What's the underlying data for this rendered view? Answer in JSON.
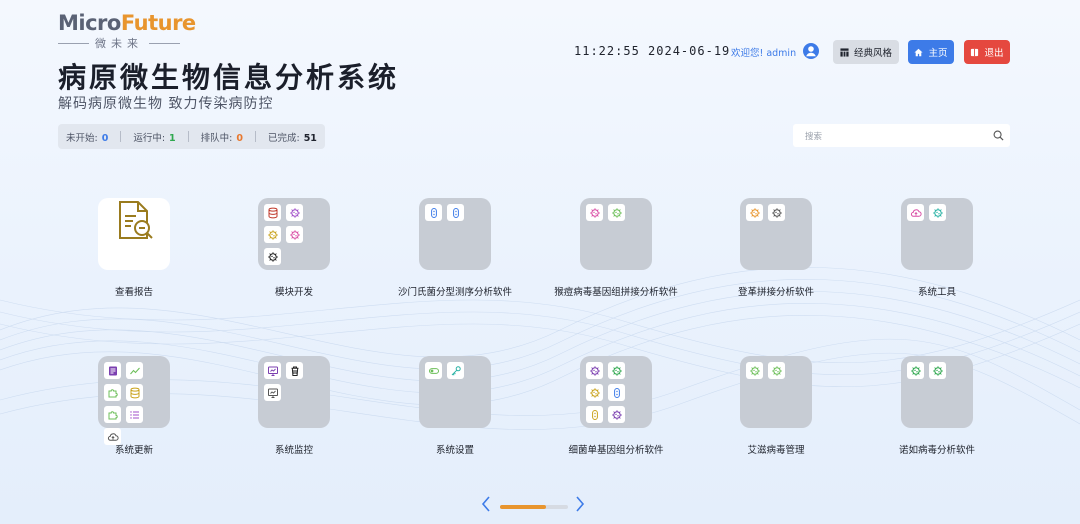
{
  "logo": {
    "part1": "Micro",
    "part2": "Future",
    "sub": "微未来"
  },
  "header": {
    "title": "病原微生物信息分析系统",
    "subtitle": "解码病原微生物 致力传染病防控"
  },
  "status": [
    {
      "label": "未开始:",
      "value": "0",
      "color": "#3d7be8"
    },
    {
      "label": "运行中:",
      "value": "1",
      "color": "#2fa84f"
    },
    {
      "label": "排队中:",
      "value": "0",
      "color": "#e8782e"
    },
    {
      "label": "已完成:",
      "value": "51",
      "color": "#20242e"
    }
  ],
  "topbar": {
    "clock": "11:22:55 2024-06-19",
    "welcome": "欢迎您! admin",
    "classic_label": "经典风格",
    "home_label": "主页",
    "exit_label": "退出"
  },
  "search": {
    "placeholder": "搜索"
  },
  "apps": [
    {
      "label": "查看报告",
      "icons": []
    },
    {
      "label": "模块开发",
      "icons": [
        {
          "name": "database-icon",
          "color": "#c0392b"
        },
        {
          "name": "virus-icon",
          "color": "#a04fc9"
        },
        {
          "name": "virus-icon",
          "color": "#c9a21c"
        },
        {
          "name": "virus-icon",
          "color": "#d94fa6"
        },
        {
          "name": "virus-icon",
          "color": "#222222"
        }
      ]
    },
    {
      "label": "沙门氏菌分型测序分析软件",
      "icons": [
        {
          "name": "bacteria-icon",
          "color": "#3d7be8"
        },
        {
          "name": "bacteria-icon",
          "color": "#3d7be8"
        }
      ]
    },
    {
      "label": "猴痘病毒基因组拼接分析软件",
      "icons": [
        {
          "name": "virus-icon",
          "color": "#d94fa6"
        },
        {
          "name": "virus-icon",
          "color": "#6dbf5a"
        }
      ]
    },
    {
      "label": "登革拼接分析软件",
      "icons": [
        {
          "name": "virus-icon",
          "color": "#e8952e"
        },
        {
          "name": "virus-icon",
          "color": "#555555"
        }
      ]
    },
    {
      "label": "系统工具",
      "icons": [
        {
          "name": "cloud-icon",
          "color": "#d94fa6"
        },
        {
          "name": "virus-icon",
          "color": "#2bb3a6"
        }
      ]
    },
    {
      "label": "系统更新",
      "icons": [
        {
          "name": "server-icon",
          "color": "#7b3fb0"
        },
        {
          "name": "chart-icon",
          "color": "#6dbf5a"
        },
        {
          "name": "puzzle-icon",
          "color": "#6dbf5a"
        },
        {
          "name": "database-icon",
          "color": "#c9a21c"
        },
        {
          "name": "puzzle-icon",
          "color": "#6dbf5a"
        },
        {
          "name": "list-icon",
          "color": "#a04fc9"
        },
        {
          "name": "cloud-icon",
          "color": "#555555"
        }
      ]
    },
    {
      "label": "系统监控",
      "icons": [
        {
          "name": "monitor-icon",
          "color": "#7b3fb0"
        },
        {
          "name": "trash-icon",
          "color": "#222222"
        },
        {
          "name": "monitor-icon",
          "color": "#555555"
        }
      ]
    },
    {
      "label": "系统设置",
      "icons": [
        {
          "name": "toggle-icon",
          "color": "#6dbf5a"
        },
        {
          "name": "key-icon",
          "color": "#2bb3a6"
        }
      ]
    },
    {
      "label": "细菌单基因组分析软件",
      "icons": [
        {
          "name": "virus-icon",
          "color": "#7b3fb0"
        },
        {
          "name": "virus-icon",
          "color": "#2fa84f"
        },
        {
          "name": "virus-icon",
          "color": "#c9a21c"
        },
        {
          "name": "bacteria-icon",
          "color": "#3d7be8"
        },
        {
          "name": "bacteria-icon",
          "color": "#c9a21c"
        },
        {
          "name": "virus-icon",
          "color": "#7b3fb0"
        }
      ]
    },
    {
      "label": "艾滋病毒管理",
      "icons": [
        {
          "name": "virus-icon",
          "color": "#6dbf5a"
        },
        {
          "name": "virus-icon",
          "color": "#6dbf5a"
        }
      ]
    },
    {
      "label": "诺如病毒分析软件",
      "icons": [
        {
          "name": "virus-icon",
          "color": "#2fa84f"
        },
        {
          "name": "virus-icon",
          "color": "#2fa84f"
        }
      ]
    }
  ]
}
